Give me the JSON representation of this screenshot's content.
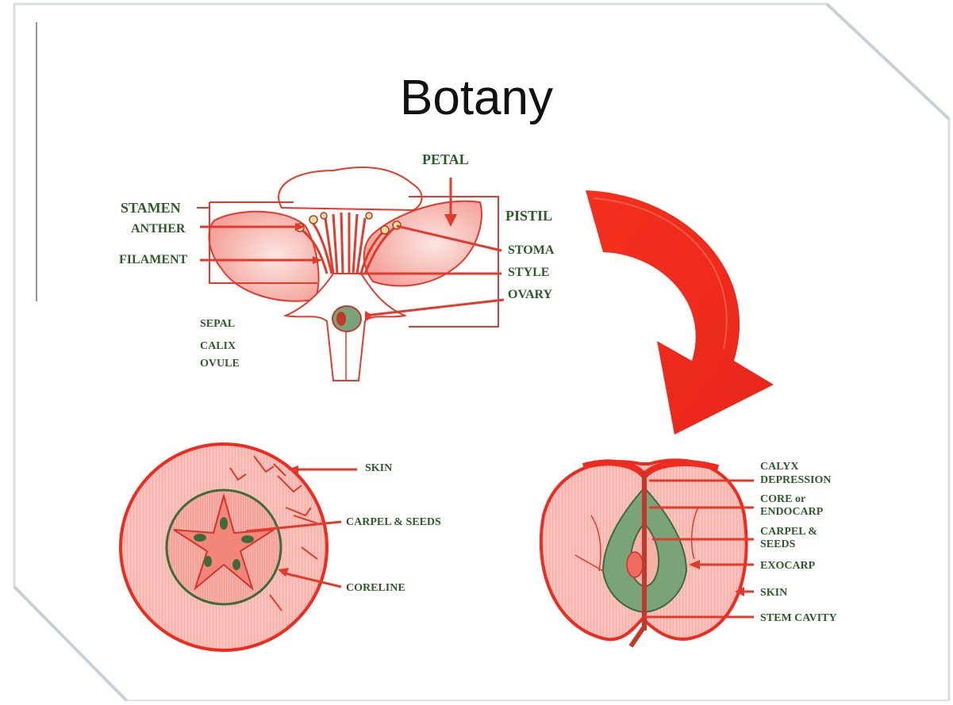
{
  "slide": {
    "title": "Botany"
  },
  "flower": {
    "labels": {
      "petal": "PETAL",
      "stamen": "STAMEN",
      "anther": "ANTHER",
      "filament": "FILAMENT",
      "pistil": "PISTIL",
      "stoma": "STOMA",
      "style": "STYLE",
      "ovary": "OVARY",
      "sepal": "SEPAL",
      "calix": "CALIX",
      "ovule": "OVULE"
    }
  },
  "cross_section": {
    "labels": {
      "skin": "SKIN",
      "carpel_seeds": "CARPEL & SEEDS",
      "coreline": "CORELINE"
    }
  },
  "apple_section": {
    "labels": {
      "calyx_1": "CALYX",
      "calyx_2": "DEPRESSION",
      "core_1": "CORE or",
      "core_2": "ENDOCARP",
      "carpel_1": "CARPEL &",
      "carpel_2": "SEEDS",
      "exocarp": "EXOCARP",
      "skin": "SKIN",
      "stem_cavity": "STEM CAVITY"
    }
  },
  "colors": {
    "fruit_red": "#ef2a1f",
    "fruit_pink": "#f7a7a0",
    "label_green": "#2f5a2a",
    "core_green": "#7aa37a"
  }
}
